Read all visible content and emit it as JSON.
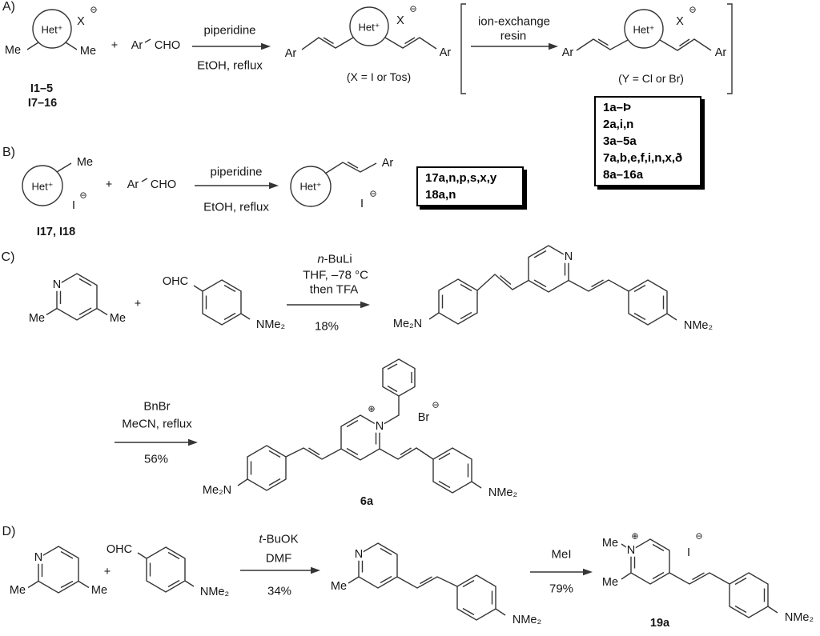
{
  "symbols": {
    "het_cation": "Het⁺",
    "x_anion": "X",
    "minus_charge": "⊖",
    "plus_charge": "⊕",
    "plus": "+",
    "methyl": "Me",
    "aryl": "Ar",
    "cho": "CHO",
    "ohc": "OHC",
    "nitrogen": "N",
    "iodide": "I",
    "bromide": "Br",
    "nme2": "NMe₂",
    "me2n": "Me₂N"
  },
  "scheme_a": {
    "label": "A)",
    "conditions_top": "piperidine",
    "conditions_bottom": "EtOH, reflux",
    "reactant_ids_line1": "I1–5",
    "reactant_ids_line2": "I7–16",
    "product_note": "(X = I or Tos)",
    "exchange_line1": "ion-exchange",
    "exchange_line2": "resin",
    "exchange_note": "(Y = Cl or Br)",
    "product_ids": [
      "1a–Þ",
      "2a,i,n",
      "3a–5a",
      "7a,b,e,f,i,n,x,ð",
      "8a–16a"
    ]
  },
  "scheme_b": {
    "label": "B)",
    "conditions_top": "piperidine",
    "conditions_bottom": "EtOH, reflux",
    "reactant_ids": "I17, I18",
    "product_ids": [
      "17a,n,p,s,x,y",
      "18a,n"
    ]
  },
  "scheme_c": {
    "label": "C)",
    "step1": {
      "reagent_italic": "n",
      "reagent_rest": "-BuLi",
      "line2": "THF, –78 °C",
      "line3": "then TFA",
      "yield": "18%"
    },
    "step2": {
      "line1": "BnBr",
      "line2": "MeCN, reflux",
      "yield": "56%",
      "product_id": "6a"
    }
  },
  "scheme_d": {
    "label": "D)",
    "step1": {
      "reagent_italic": "t",
      "reagent_rest": "-BuOK",
      "line2": "DMF",
      "yield": "34%"
    },
    "step2": {
      "line1": "MeI",
      "yield": "79%",
      "product_id": "19a"
    }
  }
}
